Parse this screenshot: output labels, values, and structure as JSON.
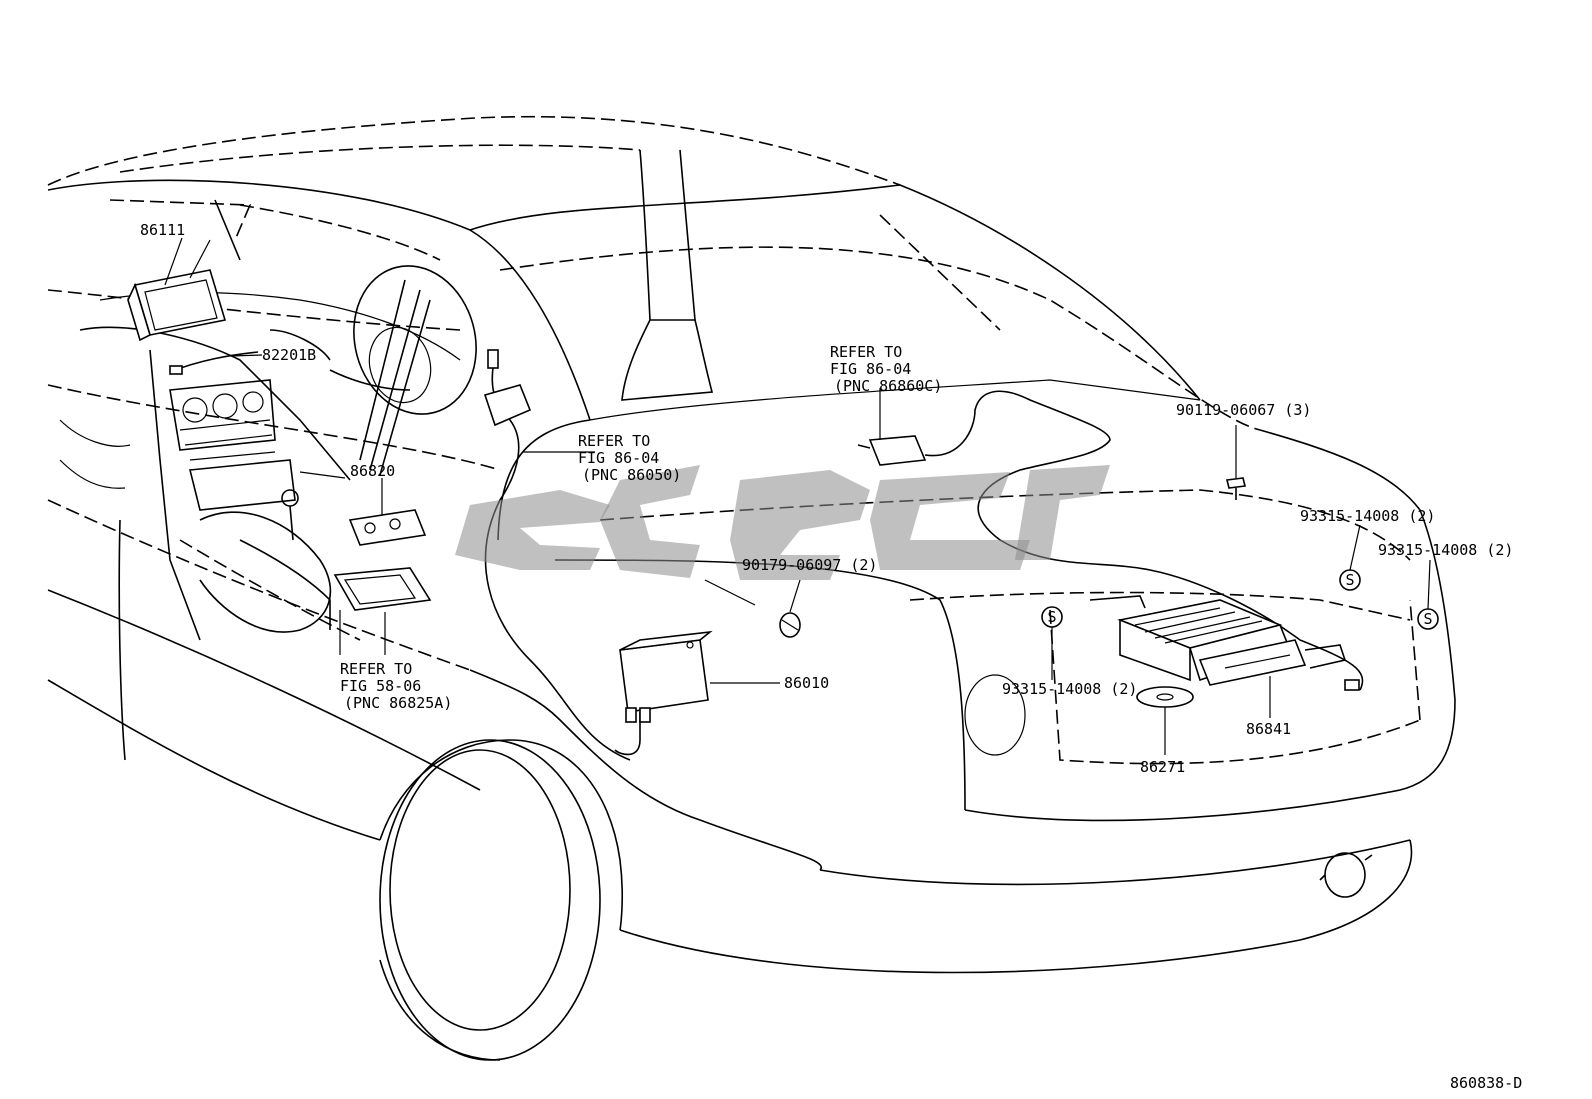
{
  "diagram_id": "860838-D",
  "callouts": {
    "p86111": "86111",
    "p82201b": "82201B",
    "p86820": "86820",
    "p90179": "90179-06097 (2)",
    "p86010": "86010",
    "p90119": "90119-06067 (3)",
    "p93315_a": "93315-14008 (2)",
    "p93315_b": "93315-14008 (2)",
    "p93315_c": "93315-14008 (2)",
    "p86841": "86841",
    "p86271": "86271"
  },
  "references": {
    "ref_58_06": {
      "line1": "REFER TO",
      "line2": "FIG 58-06",
      "line3": "(PNC 86825A)"
    },
    "ref_86_04_a": {
      "line1": "REFER TO",
      "line2": "FIG 86-04",
      "line3": "(PNC 86050)"
    },
    "ref_86_04_b": {
      "line1": "REFER TO",
      "line2": "FIG 86-04",
      "line3": "(PNC 86860C)"
    }
  },
  "symbols": {
    "s_marker": "S"
  }
}
